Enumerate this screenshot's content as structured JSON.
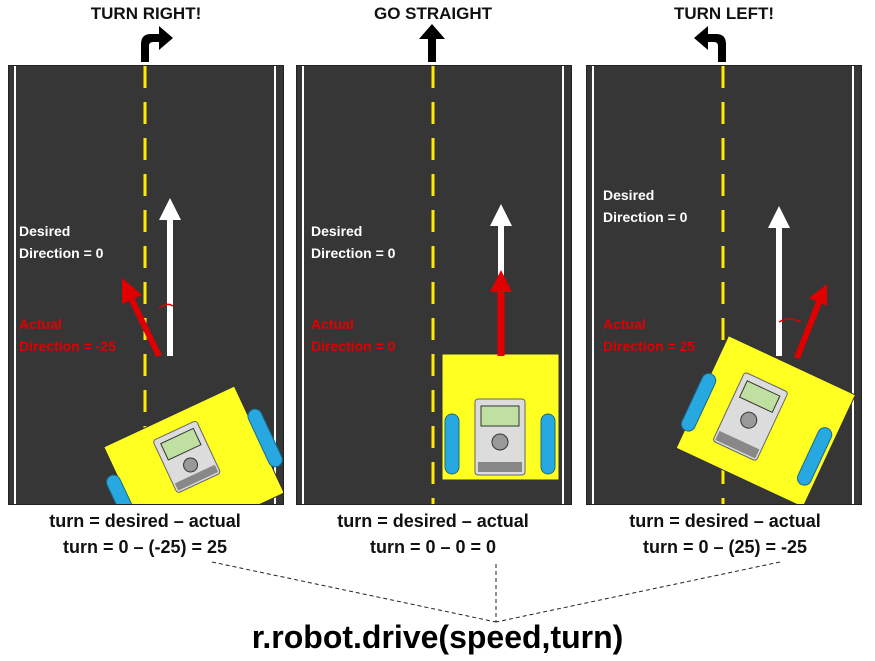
{
  "panels": [
    {
      "title": "TURN RIGHT!",
      "desired": {
        "line1": "Desired",
        "line2": "Direction = 0"
      },
      "actual": {
        "line1": "Actual",
        "line2": "Direction = -25"
      },
      "formula_1": "turn = desired – actual",
      "formula_2": "turn = 0 – (-25) = 25",
      "arrow_icon": "turn-right-arrow-icon"
    },
    {
      "title": "GO STRAIGHT",
      "desired": {
        "line1": "Desired",
        "line2": "Direction = 0"
      },
      "actual": {
        "line1": "Actual",
        "line2": "Direction = 0"
      },
      "formula_1": "turn = desired – actual",
      "formula_2": "turn = 0 – 0 = 0",
      "arrow_icon": "straight-arrow-icon"
    },
    {
      "title": "TURN LEFT!",
      "desired": {
        "line1": "Desired",
        "line2": "Direction = 0"
      },
      "actual": {
        "line1": "Actual",
        "line2": "Direction = 25"
      },
      "formula_1": "turn = desired – actual",
      "formula_2": "turn = 0 – (25) = -25",
      "arrow_icon": "turn-left-arrow-icon"
    }
  ],
  "main_call": "r.robot.drive(speed,turn)",
  "colors": {
    "road": "#363636",
    "lane_dash": "#ffeb00",
    "robot_body": "#ffff22",
    "wheel": "#27a8e0",
    "desired_arrow": "#ffffff",
    "actual_arrow": "#e00000"
  }
}
